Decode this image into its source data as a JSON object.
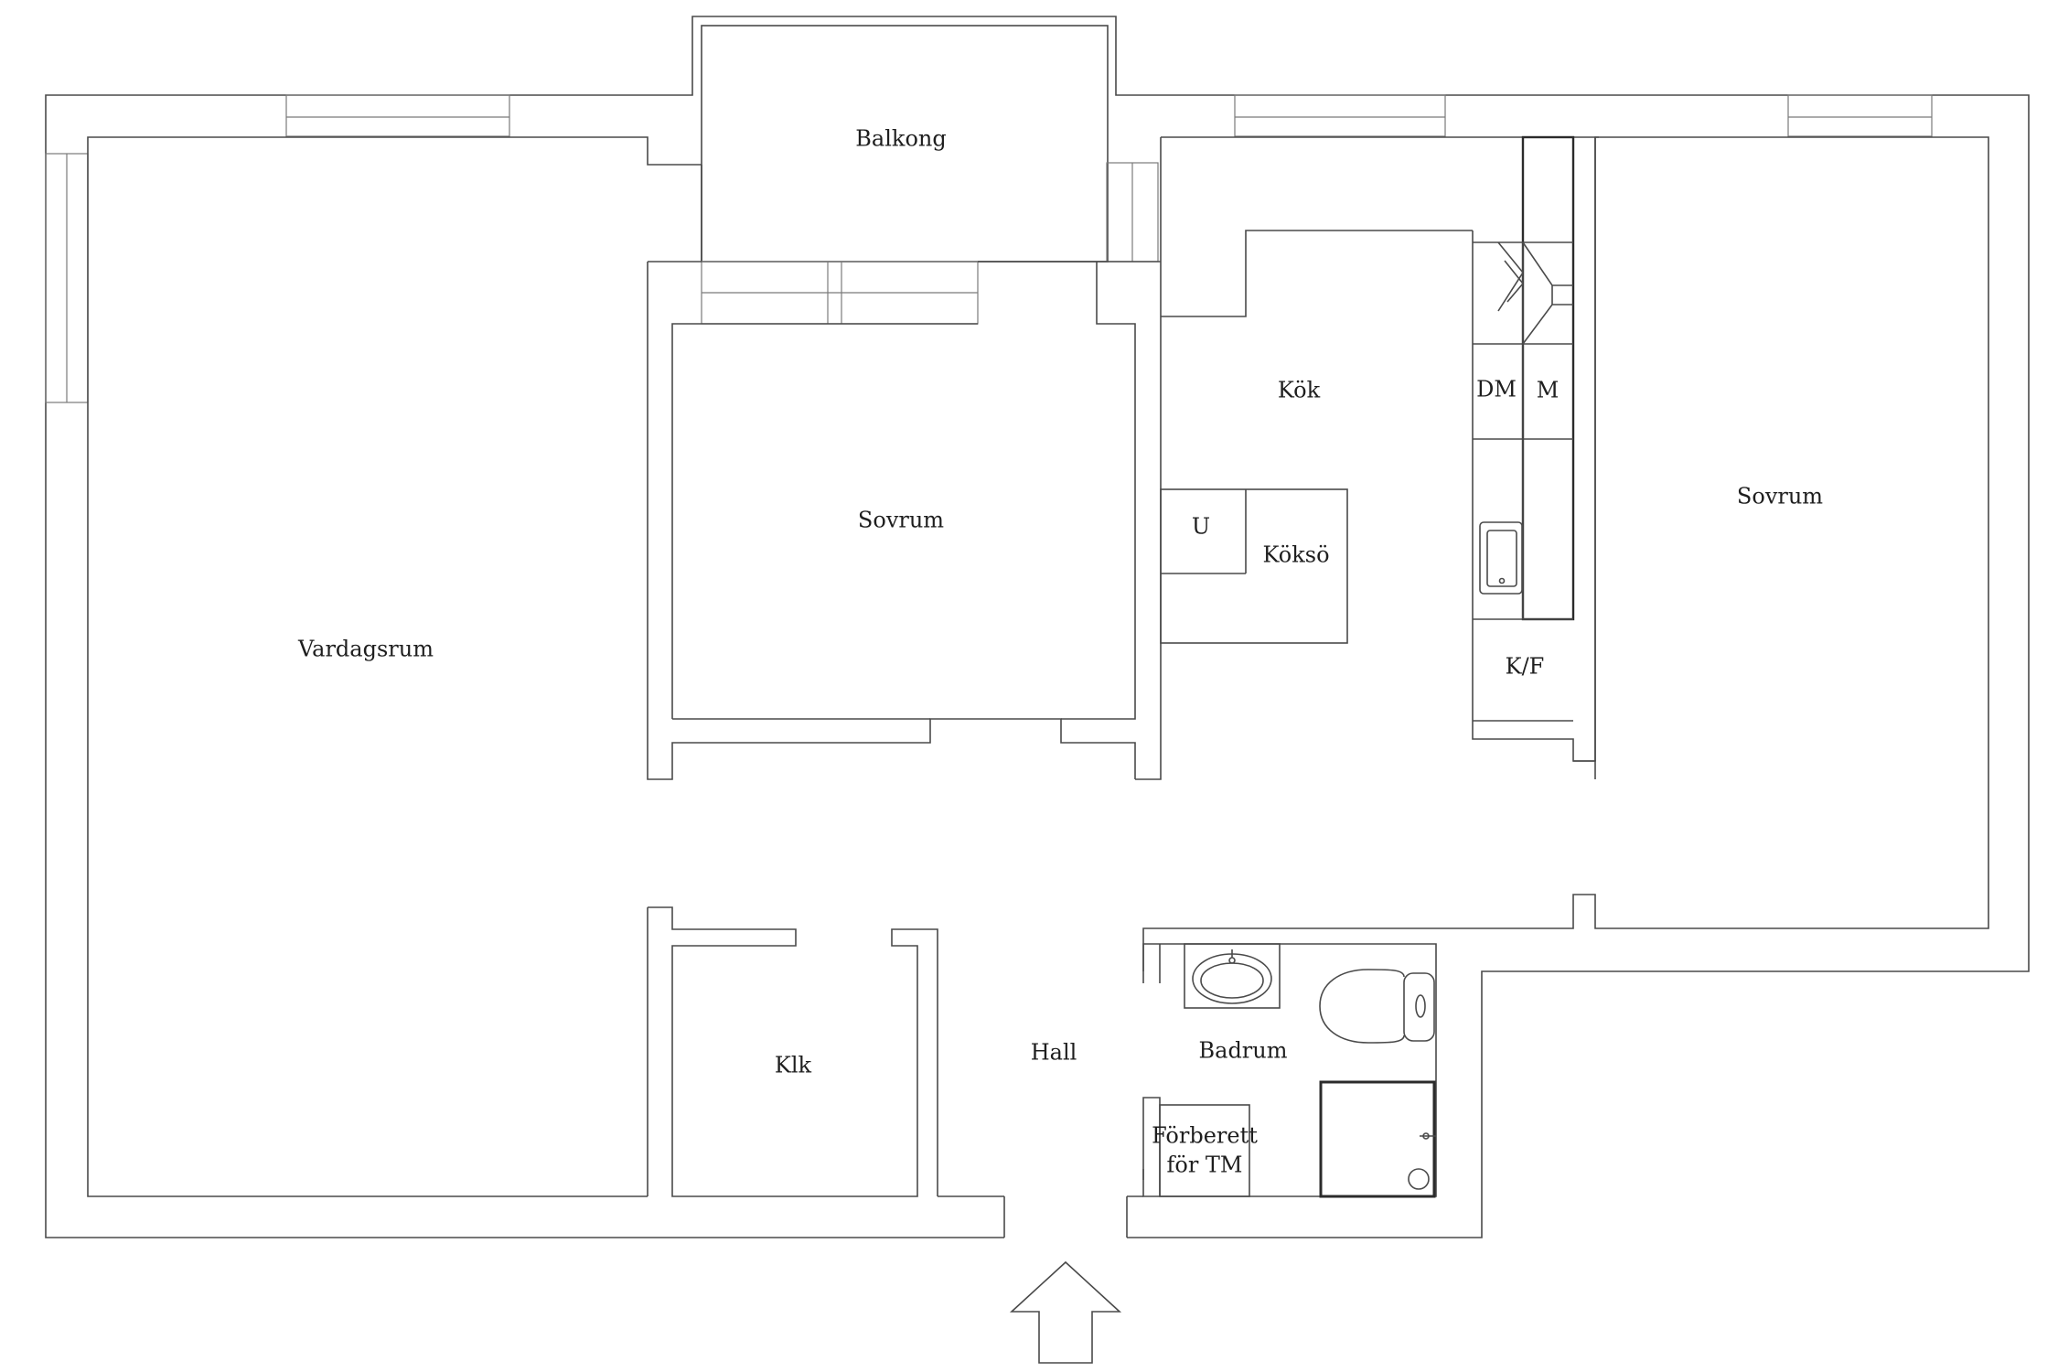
{
  "rooms": {
    "balkong": "Balkong",
    "vardagsrum": "Vardagsrum",
    "sovrum_center": "Sovrum",
    "kok": "Kök",
    "sovrum_right": "Sovrum",
    "hall": "Hall",
    "klk": "Klk",
    "badrum": "Badrum"
  },
  "fixtures": {
    "dishwasher": "DM",
    "microwave": "M",
    "oven": "U",
    "island": "Köksö",
    "fridge_freezer": "K/F",
    "washer_prep_line1": "Förberett",
    "washer_prep_line2": "för TM"
  },
  "icons": {
    "entrance": "entrance-arrow-icon",
    "sink": "sink-icon",
    "toilet": "toilet-icon",
    "shower": "shower-icon",
    "stove_hood": "stove-hood-icon"
  }
}
